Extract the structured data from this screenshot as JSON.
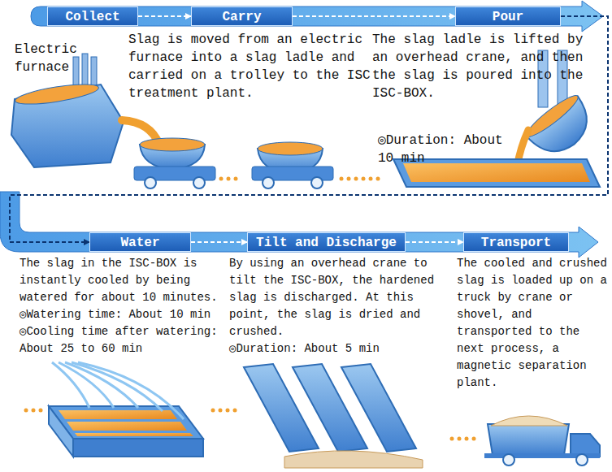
{
  "diagram": {
    "nodes": [
      {
        "text": [
          "Collect"
        ]
      },
      {
        "text": [
          "Carry",
          "Slag is moved from an electric furnace into a slag ladle and carried on a trolley to the ISC treatment plant."
        ]
      },
      {
        "text": [
          "Pour",
          "The slag ladle is lifted by an overhead crane, and then the slag is poured into the ISC-BOX.",
          "◎Duration: About 10 min"
        ]
      },
      {
        "text": [
          "Water",
          "The slag in the ISC-BOX is instantly cooled by being watered for about 10 minutes.",
          "◎Watering time: About 10 min",
          "◎Cooling time after watering: About 25 to 60 min"
        ]
      },
      {
        "text": [
          "Tilt and Discharge",
          "By using an overhead crane to tilt the ISC-BOX, the hardened slag is discharged. At this point, the slag is dried and crushed.",
          "◎Duration: About 5 min"
        ]
      },
      {
        "text": [
          "Transport",
          "The cooled and crushed slag is loaded up on a truck by crane or shovel, and transported to the next process, a magnetic separation plant."
        ]
      }
    ],
    "edges": [
      {
        "from": 0,
        "to": 1,
        "arrow": "to"
      },
      {
        "from": 1,
        "to": 2,
        "arrow": "to"
      },
      {
        "from": 2,
        "to": 3,
        "arrow": "to"
      },
      {
        "from": 3,
        "to": 4,
        "arrow": "to"
      },
      {
        "from": 4,
        "to": 5,
        "arrow": "to"
      }
    ],
    "labels": [
      "Electric furnace"
    ]
  }
}
